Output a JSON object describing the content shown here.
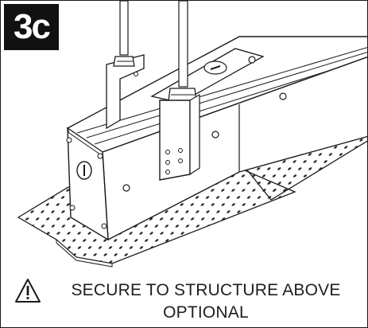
{
  "step": {
    "label": "3c"
  },
  "caption": {
    "line1": "SECURE TO STRUCTURE ABOVE",
    "line2": "OPTIONAL"
  },
  "icons": {
    "warning": "warning-triangle-icon"
  },
  "colors": {
    "badge_background": "#111111",
    "line": "#1a1a1a"
  }
}
